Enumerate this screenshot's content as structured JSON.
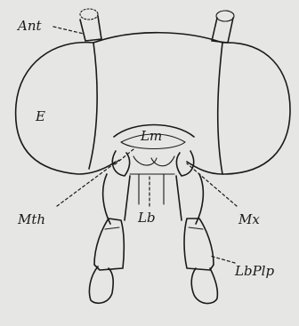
{
  "labels": {
    "ant": "Ant",
    "e": "E",
    "lm": "Lm",
    "lb": "Lb",
    "mth": "Mth",
    "mx": "Mx",
    "lbplp": "LbPlp"
  }
}
